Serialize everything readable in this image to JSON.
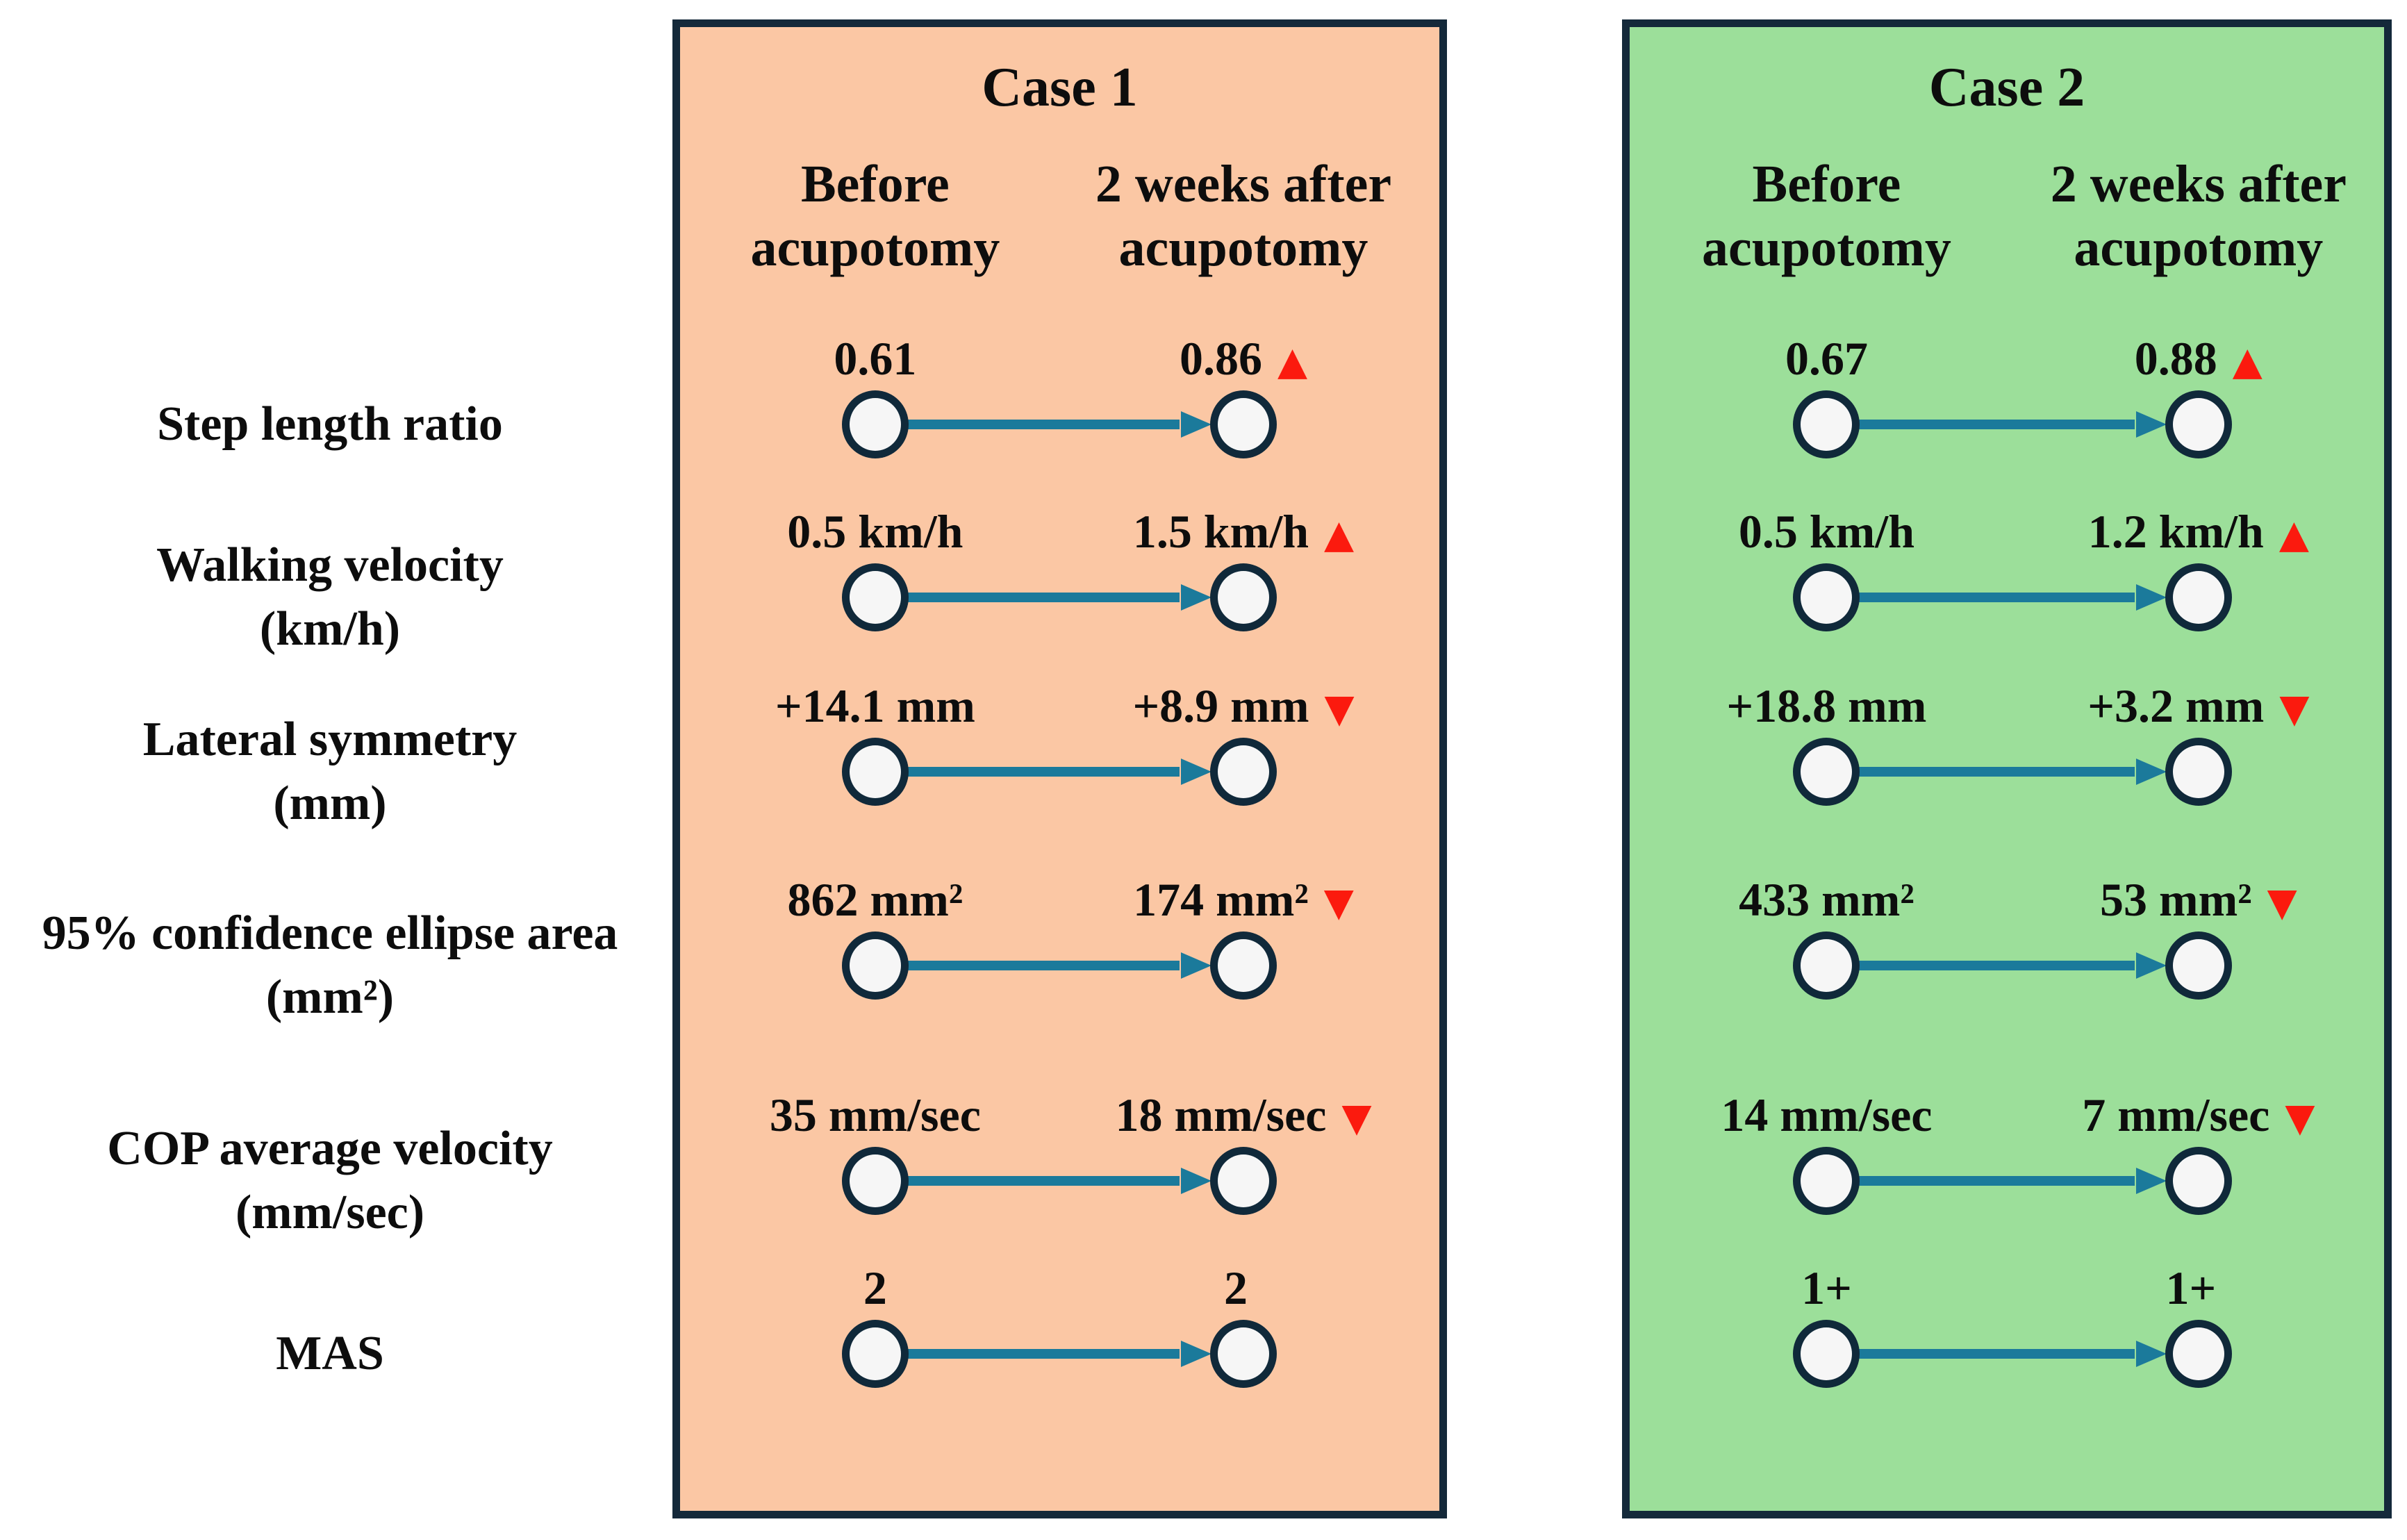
{
  "figure": {
    "colors": {
      "background": "#ffffff",
      "case1_panel": "#fbc7a4",
      "case2_panel": "#9cdf9a",
      "panel_border": "#14293a",
      "arrow": "#1b7a9b",
      "node_fill": "#f6f6f6",
      "trend": "#fb1a0e",
      "text": "#0d0d0d"
    },
    "row_labels": [
      {
        "lines": [
          "Step length ratio"
        ]
      },
      {
        "lines": [
          "Walking velocity",
          "(km/h)"
        ]
      },
      {
        "lines": [
          "Lateral symmetry",
          "(mm)"
        ]
      },
      {
        "lines": [
          "95% confidence ellipse area",
          "(mm²)"
        ]
      },
      {
        "lines": [
          "COP average velocity",
          "(mm/sec)"
        ]
      },
      {
        "lines": [
          "MAS"
        ]
      }
    ],
    "panels": [
      {
        "title": "Case 1",
        "col_before": "Before acupotomy",
        "col_after": "2 weeks after acupotomy",
        "rows": [
          {
            "metric": "Step length ratio",
            "before": "0.61",
            "after": "0.86",
            "trend": "▲"
          },
          {
            "metric": "Walking velocity (km/h)",
            "before": "0.5 km/h",
            "after": "1.5 km/h",
            "trend": "▲"
          },
          {
            "metric": "Lateral symmetry (mm)",
            "before": "+14.1 mm",
            "after": "+8.9 mm",
            "trend": "▼"
          },
          {
            "metric": "95% confidence ellipse area (mm²)",
            "before": "862 mm²",
            "after": "174 mm²",
            "trend": "▼"
          },
          {
            "metric": "COP average velocity (mm/sec)",
            "before": "35 mm/sec",
            "after": "18 mm/sec",
            "trend": "▼"
          },
          {
            "metric": "MAS",
            "before": "2",
            "after": "2",
            "trend": ""
          }
        ]
      },
      {
        "title": "Case 2",
        "col_before": "Before acupotomy",
        "col_after": "2 weeks after acupotomy",
        "rows": [
          {
            "metric": "Step length ratio",
            "before": "0.67",
            "after": "0.88",
            "trend": "▲"
          },
          {
            "metric": "Walking velocity (km/h)",
            "before": "0.5 km/h",
            "after": "1.2 km/h",
            "trend": "▲"
          },
          {
            "metric": "Lateral symmetry (mm)",
            "before": "+18.8 mm",
            "after": "+3.2 mm",
            "trend": "▼"
          },
          {
            "metric": "95% confidence ellipse area (mm²)",
            "before": "433 mm²",
            "after": "53 mm²",
            "trend": "▼"
          },
          {
            "metric": "COP average velocity (mm/sec)",
            "before": "14 mm/sec",
            "after": "7 mm/sec",
            "trend": "▼"
          },
          {
            "metric": "MAS",
            "before": "1+",
            "after": "1+",
            "trend": ""
          }
        ]
      }
    ]
  }
}
